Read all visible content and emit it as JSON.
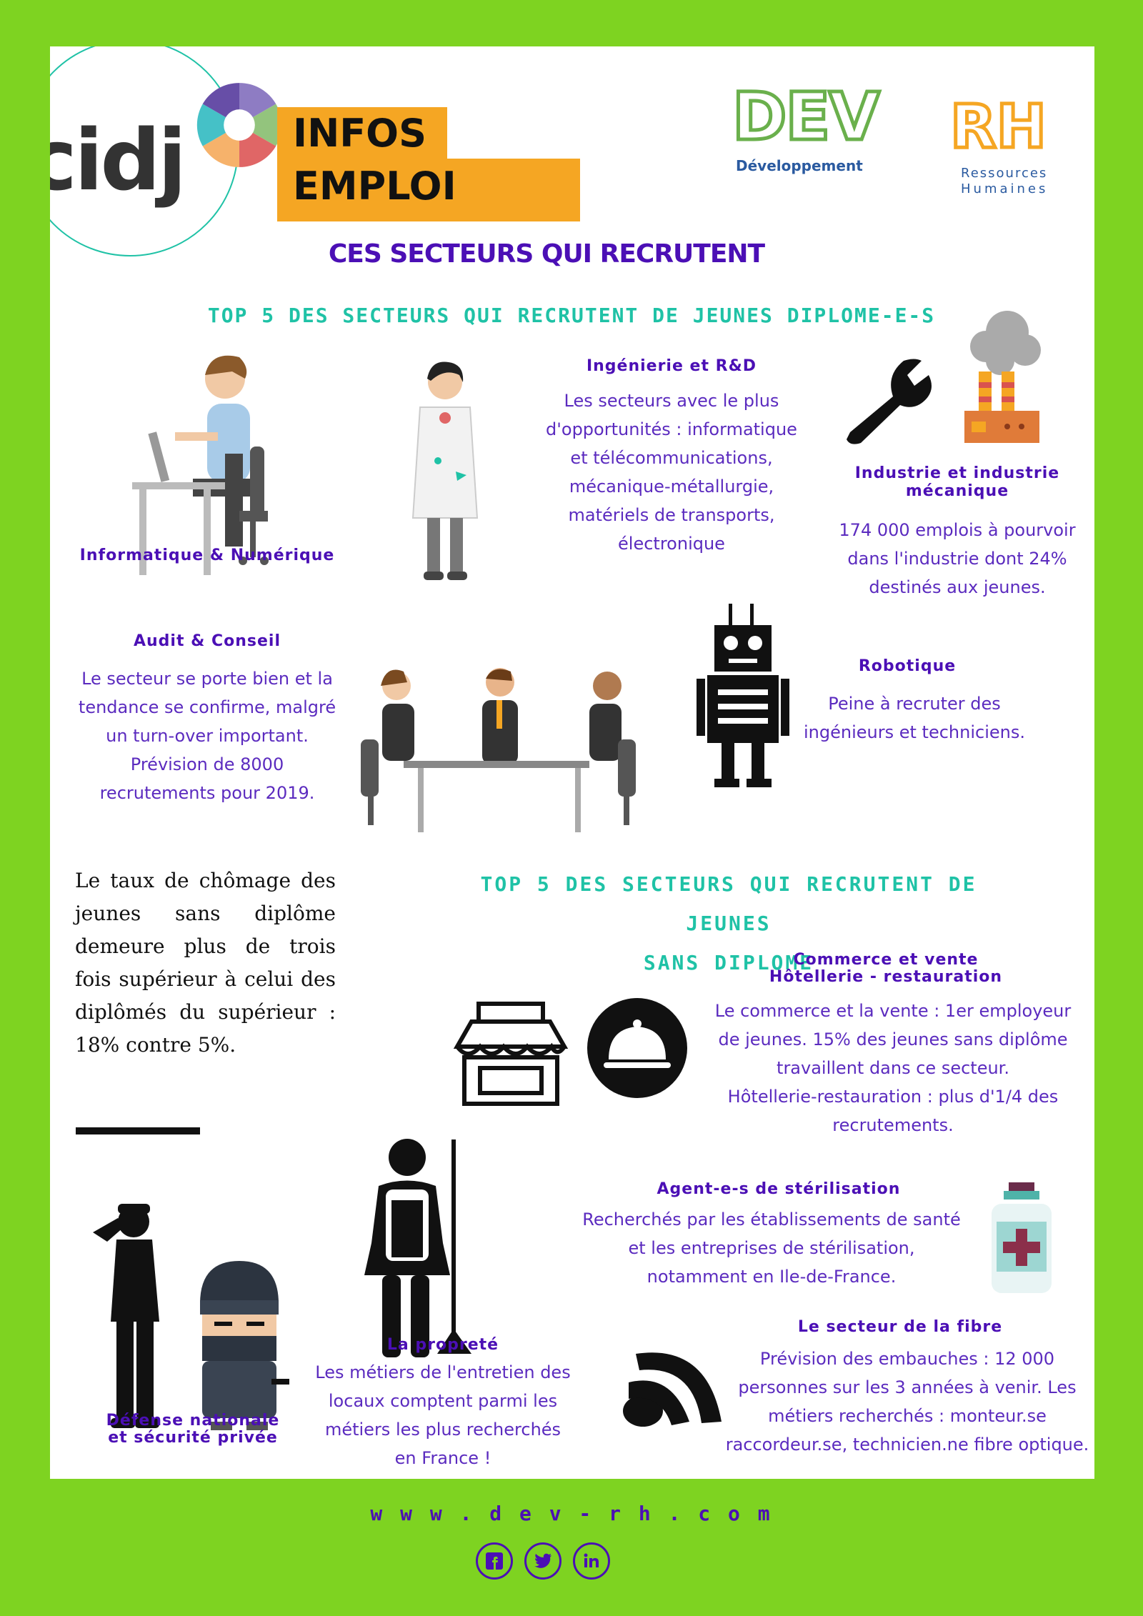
{
  "logo_cidj": "cidj",
  "logo_devrh": {
    "dev": "DEV",
    "rh": "RH",
    "sub_left": "Développement",
    "sub_right_1": "Ressources",
    "sub_right_2": "Humaines"
  },
  "banner": {
    "line1": "INFOS",
    "line2": "EMPLOI"
  },
  "title": "CES SECTEURS QUI RECRUTENT",
  "section1": "TOP 5 DES SECTEURS QUI RECRUTENT DE JEUNES DIPLOME-E-S",
  "s_info": {
    "title": "Informatique & Numérique"
  },
  "s_ing": {
    "title": "Ingénierie et R&D",
    "text": [
      "Les secteurs avec le plus",
      "d'opportunités : informatique",
      "et télécommunications,",
      "mécanique-métallurgie,",
      "matériels de transports,",
      "électronique"
    ]
  },
  "s_ind": {
    "title1": "Industrie et industrie",
    "title2": "mécanique",
    "text": [
      "174 000 emplois à pourvoir",
      "dans l'industrie dont 24%",
      "destinés aux jeunes."
    ]
  },
  "s_audit": {
    "title": "Audit & Conseil",
    "text": [
      "Le secteur se porte bien et la",
      "tendance se confirme, malgré",
      "un turn-over important.",
      "Prévision de 8000",
      "recrutements pour 2019."
    ]
  },
  "s_robot": {
    "title": "Robotique",
    "text": [
      "Peine à recruter des",
      "ingénieurs et techniciens."
    ]
  },
  "quote": [
    "Le taux de chômage des",
    "jeunes sans diplôme",
    "demeure plus de trois",
    "fois supérieur à celui des",
    "diplômés du supérieur :",
    "18% contre 5%."
  ],
  "section2": {
    "line1": "TOP 5 DES SECTEURS QUI RECRUTENT DE JEUNES",
    "line2": "SANS DIPLOME"
  },
  "s_comm": {
    "title1": "Commerce et vente",
    "title2": "Hôtellerie - restauration",
    "text": [
      "Le commerce et la vente : 1er employeur",
      "de jeunes. 15% des jeunes sans diplôme",
      "travaillent dans ce secteur.",
      "Hôtellerie-restauration : plus d'1/4 des",
      "recrutements."
    ]
  },
  "s_steril": {
    "title": "Agent-e-s de stérilisation",
    "text": [
      "Recherchés par les établissements de santé",
      "et les entreprises de stérilisation,",
      "notamment en Ile-de-France."
    ]
  },
  "s_defense": {
    "title1": "Défense nationale",
    "title2": "et sécurité privée"
  },
  "s_proprete": {
    "title": "La propreté",
    "text": [
      "Les métiers de l'entretien des",
      "locaux comptent parmi les",
      "métiers les plus recherchés",
      "en France !"
    ]
  },
  "s_fibre": {
    "title": "Le secteur de la fibre",
    "text": [
      "Prévision des embauches : 12 000",
      "personnes sur les 3 années à venir. Les",
      "métiers recherchés : monteur.se",
      "raccordeur.se, technicien.ne fibre optique."
    ]
  },
  "footer": {
    "url": "w w w . d e v - r h . c o m"
  },
  "social": [
    "facebook",
    "twitter",
    "linkedin"
  ],
  "colors": {
    "green": "#7ed321",
    "orange": "#f5a623",
    "purple": "#4b0fb5",
    "teal": "#1fc2a6"
  }
}
